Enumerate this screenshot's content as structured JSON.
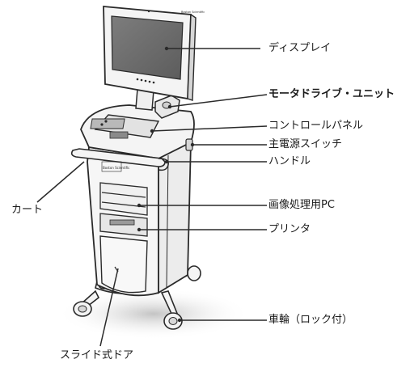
{
  "colors": {
    "line": "#2a2a2a",
    "body_fill": "#f4f4f4",
    "screen_fill": "#6f6f6f",
    "shadow": "#c8c8c8",
    "label_text": "#1a1a1a"
  },
  "labels": {
    "display": "ディスプレイ",
    "motor_drive_unit": "モータドライブ・ユニット",
    "control_panel": "コントロールパネル",
    "main_power_switch": "主電源スイッチ",
    "handle": "ハンドル",
    "cart": "カート",
    "image_processing_pc": "画像処理用PC",
    "printer": "プリンタ",
    "wheels": "車輪（ロック付）",
    "sliding_door": "スライド式ドア"
  },
  "device_branding": {
    "monitor_logo": "Boston Scientific",
    "cart_logo": "Boston Scientific"
  }
}
